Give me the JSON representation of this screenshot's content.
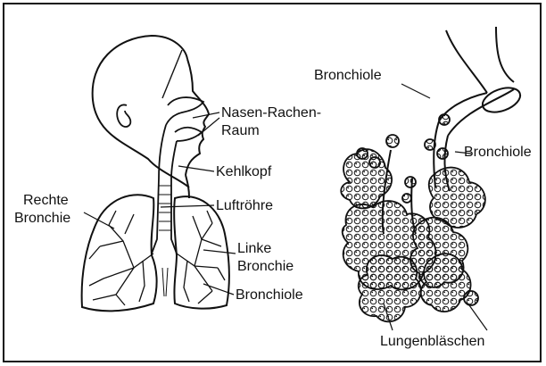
{
  "labels": {
    "nasen_rachen_1": "Nasen-Rachen-",
    "nasen_rachen_2": "Raum",
    "kehlkopf": "Kehlkopf",
    "luftroehre": "Luftröhre",
    "rechte_1": "Rechte",
    "rechte_2": "Bronchie",
    "linke_1": "Linke",
    "linke_2": "Bronchie",
    "bronchiole_left": "Bronchiole",
    "bronchiole_top": "Bronchiole",
    "bronchiole_right": "Bronchiole",
    "lungenblaeschen": "Lungenbläschen"
  }
}
